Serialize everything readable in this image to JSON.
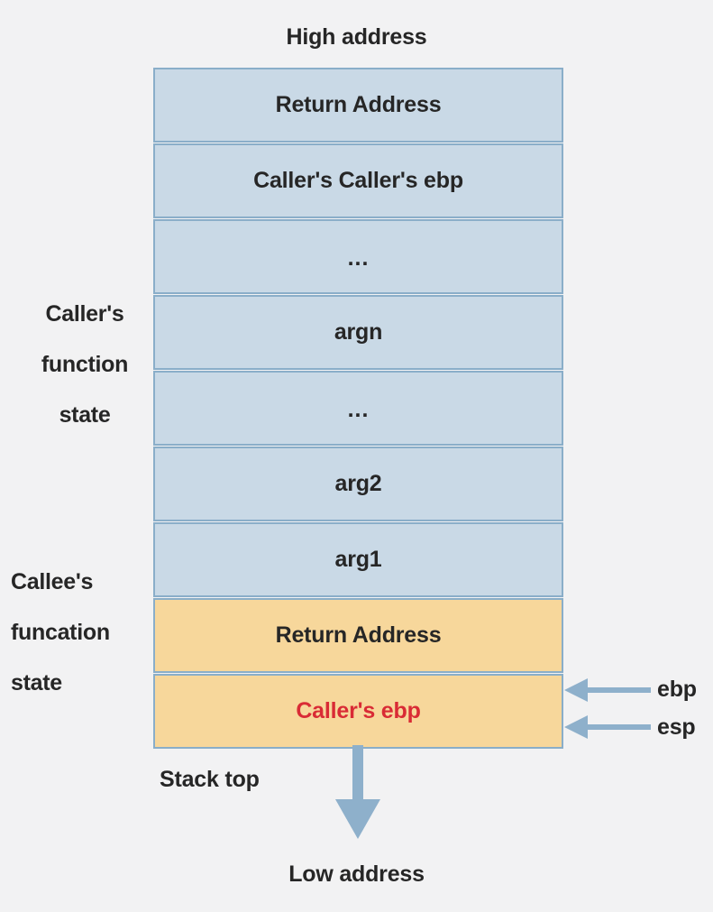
{
  "diagram": {
    "title_top": "High address",
    "title_bottom": "Low address",
    "stack_top_label": "Stack top",
    "colors": {
      "background": "#f2f2f3",
      "caller_fill": "#c9d9e6",
      "callee_fill": "#f7d79b",
      "box_border": "#8aaec9",
      "arrow": "#8eb0cb",
      "text": "#262626",
      "highlight_text": "#d92b35"
    },
    "stack_rows": [
      {
        "label": "Return Address",
        "fill": "blue",
        "highlight": false
      },
      {
        "label": "Caller's Caller's ebp",
        "fill": "blue",
        "highlight": false
      },
      {
        "label": "...",
        "fill": "blue",
        "highlight": false
      },
      {
        "label": "argn",
        "fill": "blue",
        "highlight": false
      },
      {
        "label": "...",
        "fill": "blue",
        "highlight": false
      },
      {
        "label": "arg2",
        "fill": "blue",
        "highlight": false
      },
      {
        "label": "arg1",
        "fill": "blue",
        "highlight": false
      },
      {
        "label": "Return Address",
        "fill": "amber",
        "highlight": false
      },
      {
        "label": "Caller's ebp",
        "fill": "amber",
        "highlight": true
      }
    ],
    "side_labels": {
      "caller": {
        "line1": "Caller's",
        "line2": "function",
        "line3": "state"
      },
      "callee": {
        "line1": "Callee's",
        "line2": "funcation",
        "line3": "state"
      }
    },
    "registers": [
      {
        "name": "ebp",
        "label": "ebp",
        "points_to_row": 8
      },
      {
        "name": "esp",
        "label": "esp",
        "points_to_row": 8
      }
    ]
  }
}
